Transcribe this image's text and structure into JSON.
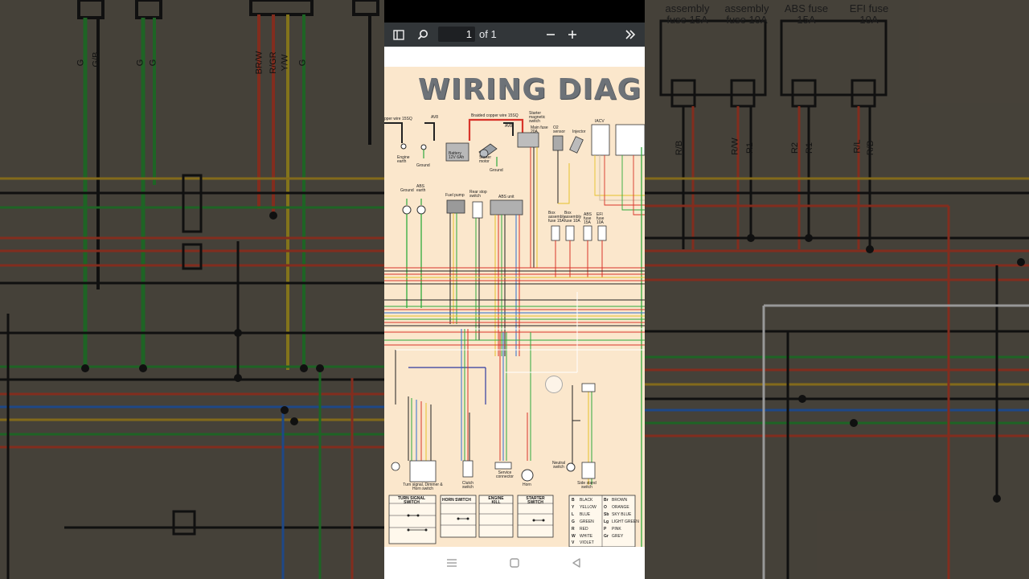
{
  "toolbar": {
    "sidebar_icon": "sidebar-toggle-icon",
    "search_icon": "search-icon",
    "page_value": "1",
    "page_total": "of 1",
    "zoom_out_icon": "minus-icon",
    "zoom_in_icon": "plus-icon",
    "more_icon": "double-chevron-right-icon"
  },
  "document": {
    "title": "WIRING DIAG",
    "labels": {
      "copper_wire_left": "pper wire 15SQ",
      "av8_1": "AV8",
      "braided": "Braided copper wire 15SQ",
      "av8_2": "AV8",
      "starter_switch": "Starter magnetic switch",
      "main_fuse": "Main fuse 20A",
      "o2_sensor": "O2 sensor",
      "injector": "Injector",
      "iacv": "IACV",
      "engine_earth": "Engine earth",
      "ground1": "Ground",
      "battery": "Battery 12V 6Ah",
      "starter_motor": "Starter motor",
      "ground2": "Ground",
      "ground3": "Ground",
      "abs_earth": "ABS earth",
      "fuel_pump": "Fuel pump",
      "rear_stop": "Rear stop switch",
      "abs_unit": "ABS unit",
      "fuse1": "Box assembly fuse 15A",
      "fuse2": "Box assembly fuse 10A",
      "fuse3": "ABS fuse 15A",
      "fuse4": "EFI fuse 10A",
      "turn_signal": "Turn signal, Dimmer & Horn switch",
      "clutch": "Clutch switch",
      "service": "Service connector",
      "horn": "Horn",
      "neutral": "Neutral switch",
      "side_stand": "Side stand switch"
    },
    "tables": {
      "turn_signal_switch": "TURN SIGNAL SWITCH",
      "horn_switch": "HORN SWITCH",
      "engine_kill": "ENGINE KILL",
      "starter_switch": "STARTER SWITCH"
    },
    "color_legend": [
      {
        "code": "B",
        "name": "BLACK",
        "code2": "Br",
        "name2": "BROWN"
      },
      {
        "code": "Y",
        "name": "YELLOW",
        "code2": "O",
        "name2": "ORANGE"
      },
      {
        "code": "L",
        "name": "BLUE",
        "code2": "Sb",
        "name2": "SKY BLUE"
      },
      {
        "code": "G",
        "name": "GREEN",
        "code2": "Lg",
        "name2": "LIGHT GREEN"
      },
      {
        "code": "R",
        "name": "RED",
        "code2": "P",
        "name2": "PINK"
      },
      {
        "code": "W",
        "name": "WHITE",
        "code2": "Gr",
        "name2": "GREY"
      },
      {
        "code": "V",
        "name": "VIOLET",
        "code2": "",
        "name2": ""
      }
    ]
  },
  "background": {
    "top_left_labels": [
      "G",
      "G/B",
      "G",
      "G"
    ],
    "top_mid_labels": [
      "BR/W",
      "R/GR",
      "Y/W",
      "G"
    ],
    "fuse_captions": [
      "assembly fuse 15A",
      "assembly fuse 10A",
      "ABS fuse 15A",
      "EFI fuse 10A"
    ],
    "right_labels": [
      "R/B",
      "R/W",
      "R1",
      "R2",
      "R1",
      "R/L",
      "R/B"
    ]
  },
  "navbar": {
    "recent_icon": "recent-apps-icon",
    "home_icon": "home-icon",
    "back_icon": "back-icon"
  },
  "colors": {
    "toolbar_bg": "#323639",
    "sheet_bg": "#fbe7cc",
    "wire_green": "#2eaa3c",
    "wire_red": "#d8342a",
    "wire_yellow": "#e6c22a",
    "wire_blue": "#2f6fd0",
    "wire_black": "#1a1a1a"
  }
}
